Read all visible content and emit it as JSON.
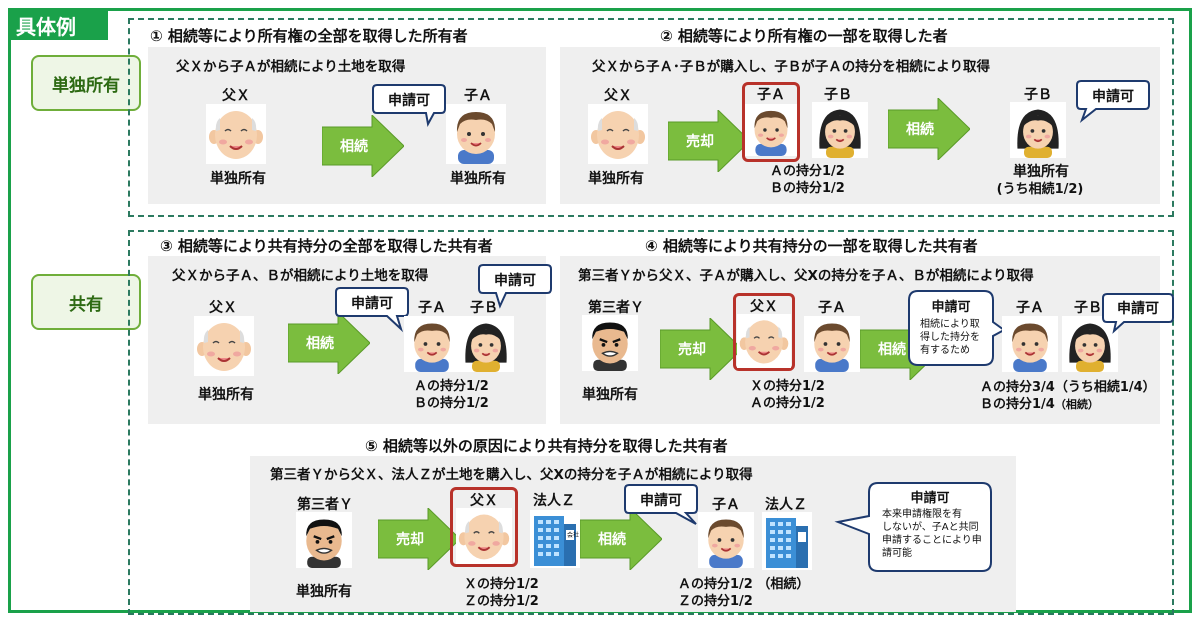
{
  "header": {
    "title": "具体例"
  },
  "categories": {
    "sole": "単独所有",
    "shared": "共有"
  },
  "ex1": {
    "heading": "① 相続等により所有権の全部を取得した所有者",
    "desc": "父Ｘから子Ａが相続により土地を取得",
    "father": "父Ｘ",
    "child": "子Ａ",
    "father_status": "単独所有",
    "child_status": "単独所有",
    "arrow": "相続",
    "bubble": "申請可"
  },
  "ex2": {
    "heading": "② 相続等により所有権の一部を取得した者",
    "desc": "父Ｘから子Ａ･子Ｂが購入し、子Ｂが子Ａの持分を相続により取得",
    "father": "父Ｘ",
    "child_a": "子Ａ",
    "child_b": "子Ｂ",
    "child_b2": "子Ｂ",
    "father_status": "単独所有",
    "arrow1": "売却",
    "arrow2": "相続",
    "share_a": "Ａの持分1/2",
    "share_b": "Ｂの持分1/2",
    "final_status": "単独所有",
    "final_note": "(うち相続1/2)",
    "bubble": "申請可"
  },
  "ex3": {
    "heading": "③ 相続等により共有持分の全部を取得した共有者",
    "desc": "父Ｘから子Ａ、Ｂが相続により土地を取得",
    "father": "父Ｘ",
    "child_a": "子Ａ",
    "child_b": "子Ｂ",
    "father_status": "単独所有",
    "arrow": "相続",
    "share_a": "Ａの持分1/2",
    "share_b": "Ｂの持分1/2",
    "bubble1": "申請可",
    "bubble2": "申請可"
  },
  "ex4": {
    "heading": "④ 相続等により共有持分の一部を取得した共有者",
    "desc": "第三者Ｙから父Ｘ、子Ａが購入し、父Xの持分を子Ａ、Ｂが相続により取得",
    "third": "第三者Ｙ",
    "third_status": "単独所有",
    "father": "父Ｘ",
    "child_a": "子Ａ",
    "child_a2": "子Ａ",
    "child_b": "子Ｂ",
    "arrow1": "売却",
    "arrow2": "相続",
    "share_x": "Ｘの持分1/2",
    "share_a": "Ａの持分1/2",
    "final_a": "Ａの持分3/4（うち相続1/4）",
    "final_b_prefix": "Ｂの持分1/4",
    "final_b_note": "（相続）",
    "bubble_left_title": "申請可",
    "bubble_left_lines": [
      "相続により取",
      "得した持分を",
      "有するため"
    ],
    "bubble_right": "申請可"
  },
  "ex5": {
    "heading": "⑤ 相続等以外の原因により共有持分を取得した共有者",
    "desc": "第三者Ｙから父Ｘ、法人Ｚが土地を購入し、父Xの持分を子Ａが相続により取得",
    "third": "第三者Ｙ",
    "third_status": "単独所有",
    "father": "父Ｘ",
    "corp": "法人Ｚ",
    "child_a": "子Ａ",
    "corp2": "法人Ｚ",
    "arrow1": "売却",
    "arrow2": "相続",
    "share_x": "Ｘの持分1/2",
    "share_z": "Ｚの持分1/2",
    "final_a": "Ａの持分1/2 （相続）",
    "final_z": "Ｚの持分1/2",
    "bubble_left": "申請可",
    "bubble_right_title": "申請可",
    "bubble_right_lines": [
      "本来申請権限を有",
      "しないが、子Aと共同",
      "申請することにより申",
      "請可能"
    ],
    "building_sign": "会社"
  },
  "colors": {
    "green": "#1aa14a",
    "arrow": "#7bbd3e",
    "red": "#b8322a",
    "navy": "#1e3a6e"
  }
}
